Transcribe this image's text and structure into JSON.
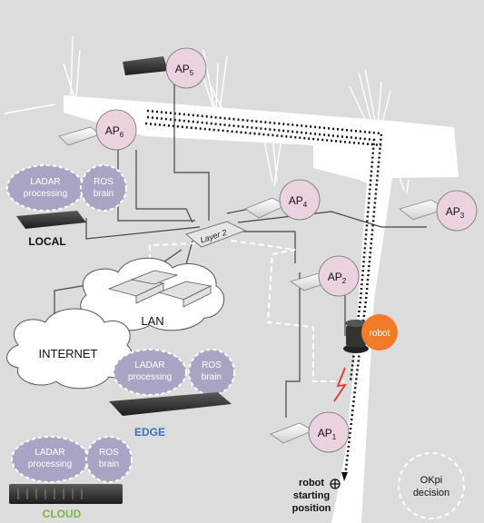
{
  "access_points": [
    {
      "label": "AP",
      "sub": "1"
    },
    {
      "label": "AP",
      "sub": "2"
    },
    {
      "label": "AP",
      "sub": "3"
    },
    {
      "label": "AP",
      "sub": "4"
    },
    {
      "label": "AP",
      "sub": "5"
    },
    {
      "label": "AP",
      "sub": "6"
    }
  ],
  "switch_label": "Layer 2",
  "robot_label": "robot",
  "local": {
    "title": "LOCAL",
    "ladar": [
      "LADAR",
      "processing"
    ],
    "ros": [
      "ROS",
      "brain"
    ]
  },
  "edge": {
    "title": "EDGE",
    "ladar": [
      "LADAR",
      "processing"
    ],
    "ros": [
      "ROS",
      "brain"
    ]
  },
  "cloud": {
    "title": "CLOUD",
    "ladar": [
      "LADAR",
      "processing"
    ],
    "ros": [
      "ROS",
      "brain"
    ]
  },
  "lan_label": "LAN",
  "internet_label": "INTERNET",
  "start": [
    "robot",
    "starting",
    "position"
  ],
  "okpi": [
    "OKpi",
    "decision"
  ],
  "colors": {
    "ap_fill": "#ead3df",
    "robot_fill": "#f07c2a",
    "edge_text": "#3c6fbf",
    "cloud_text": "#7ab642",
    "bubble_fill": "#a9a4c4",
    "map_bg": "#dcdcdc"
  }
}
